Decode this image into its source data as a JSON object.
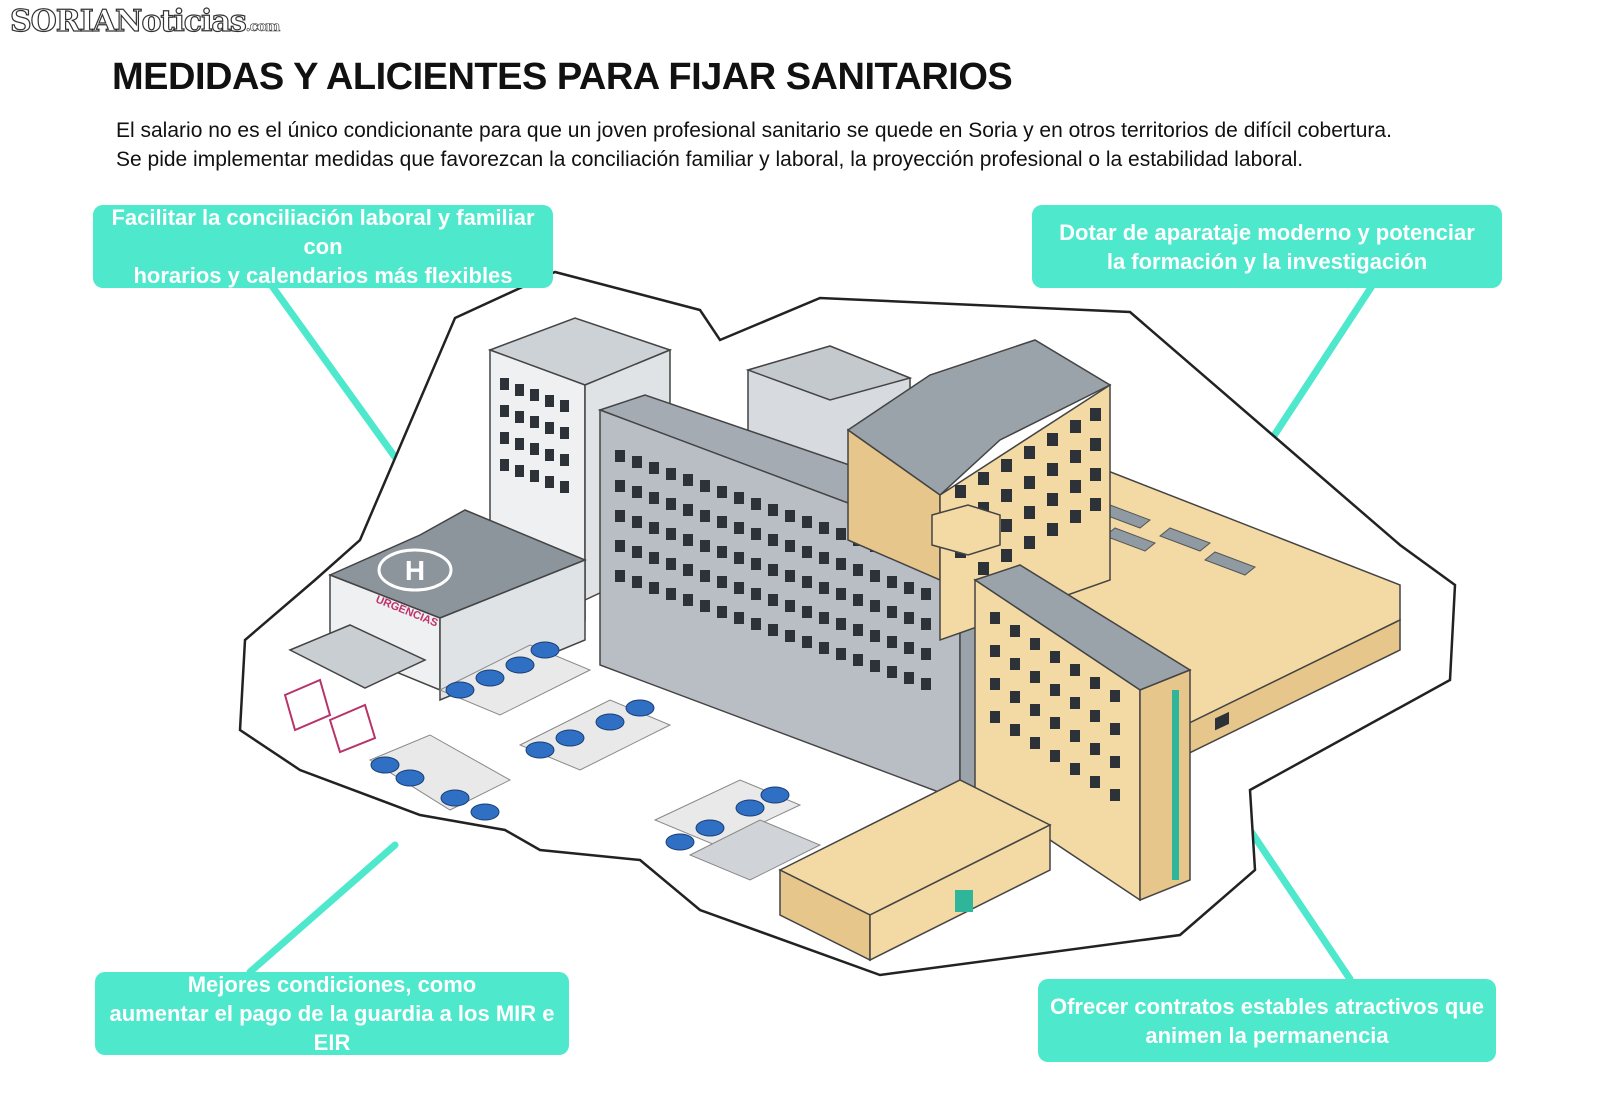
{
  "logo": {
    "main": "SORIANoticias",
    "suffix": ".com"
  },
  "title": "MEDIDAS Y ALICIENTES PARA FIJAR SANITARIOS",
  "subtitle": {
    "line1": "El salario no es el único condicionante para que un joven profesional sanitario se quede en Soria y en otros territorios de difícil cobertura.",
    "line2": "Se pide implementar medidas que favorezcan la conciliación familiar y laboral, la proyección profesional o la estabilidad laboral."
  },
  "callouts": {
    "top_left": {
      "line1": "Facilitar la conciliación laboral y familiar con",
      "line2": "horarios y calendarios más flexibles"
    },
    "top_right": {
      "line1": "Dotar de aparataje moderno y potenciar",
      "line2": "la formación y la investigación"
    },
    "bottom_left": {
      "line1": "Mejores condiciones, como",
      "line2": "aumentar el pago de la guardia a los MIR e EIR"
    },
    "bottom_right": {
      "line1": "Ofrecer contratos estables atractivos que",
      "line2": "animen la permanencia"
    }
  },
  "illustration": {
    "heliport_letter": "H",
    "urgencias_sign": "URGENCIAS"
  },
  "colors": {
    "accent": "#4ee8cc",
    "grey_building": "#b9bec4",
    "roof": "#8c949c",
    "beige_building": "#f3d9a4",
    "car": "#2f6fc4"
  }
}
